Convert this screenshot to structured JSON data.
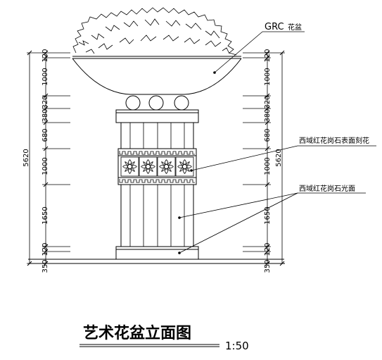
{
  "labels": {
    "grc": "GRC",
    "grc_pot": "花盆",
    "carved_granite": "西域红花岗石表面刻花",
    "polished_granite": "西域红花岗石光面"
  },
  "dimensions": {
    "left_segments": [
      "120",
      "1000",
      "320",
      "380",
      "680",
      "1000",
      "1650",
      "120",
      "350"
    ],
    "right_segments": [
      "120",
      "1000",
      "320",
      "380",
      "680",
      "1000",
      "1650",
      "120",
      "350"
    ],
    "total_left": "5620",
    "total_right": "5620"
  },
  "title": {
    "text": "艺术花盆立面图",
    "scale": "1:50"
  },
  "colors": {
    "line": "#000000",
    "background": "#ffffff"
  }
}
